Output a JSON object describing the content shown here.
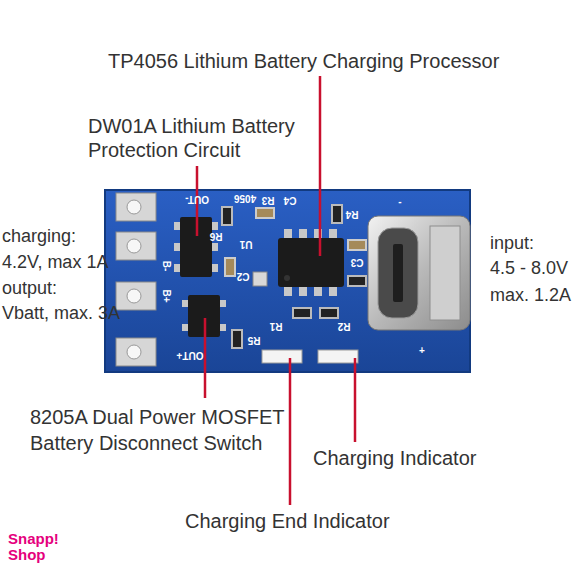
{
  "diagram": {
    "labels": [
      "TP4056 Lithium Battery Charging Processor",
      "DW01A Lithium Battery Protection Circuit",
      "charging:",
      "4.2V, max 1A",
      "output:",
      "Vbatt, max. 3A",
      "input:",
      "4.5 - 8.0V",
      "max. 1.2A",
      "8205A Dual Power MOSFET Battery Disconnect Switch",
      "Charging Indicator",
      "Charging End Indicator",
      "Snapp!",
      "Shop",
      "OUT-",
      "4056",
      "C4",
      "R3",
      "R6",
      "U1",
      "C2",
      "R4",
      "C3",
      "R2",
      "R1",
      "R5",
      "B-",
      "B+",
      "OUT+",
      "-",
      "+"
    ]
  }
}
